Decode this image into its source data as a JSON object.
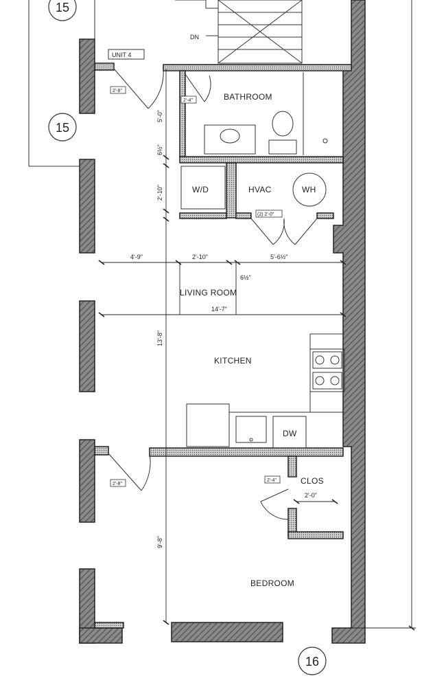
{
  "unit_label": "UNIT 4",
  "stair_label": "DN",
  "grid_bubbles": {
    "top": "15",
    "left": "15",
    "bottom": "16"
  },
  "rooms": {
    "bathroom": "BATHROOM",
    "wd": "W/D",
    "hvac": "HVAC",
    "wh": "WH",
    "living_room": "LIVING ROOM",
    "kitchen": "KITCHEN",
    "dw": "DW",
    "closet": "CLOS",
    "bedroom": "BEDROOM"
  },
  "door_tags": {
    "entry": "2'-8\"",
    "bathroom": "2'-4\"",
    "hvac": "(2) 2'-0\"",
    "bedroom": "2'-8\"",
    "closet": "2'-4\""
  },
  "dimensions": {
    "bath_height": "5'-0\"",
    "hall_gap": "6½\"",
    "wd_height": "2'-10\"",
    "width_left": "4'-9\"",
    "width_wd": "2'-10\"",
    "width_hvac": "5'-6½\"",
    "partition_gap": "6½\"",
    "overall_width": "14'-7\"",
    "living_height": "13'-8\"",
    "closet_width": "2'-0\"",
    "bedroom_height": "9'-8\""
  }
}
